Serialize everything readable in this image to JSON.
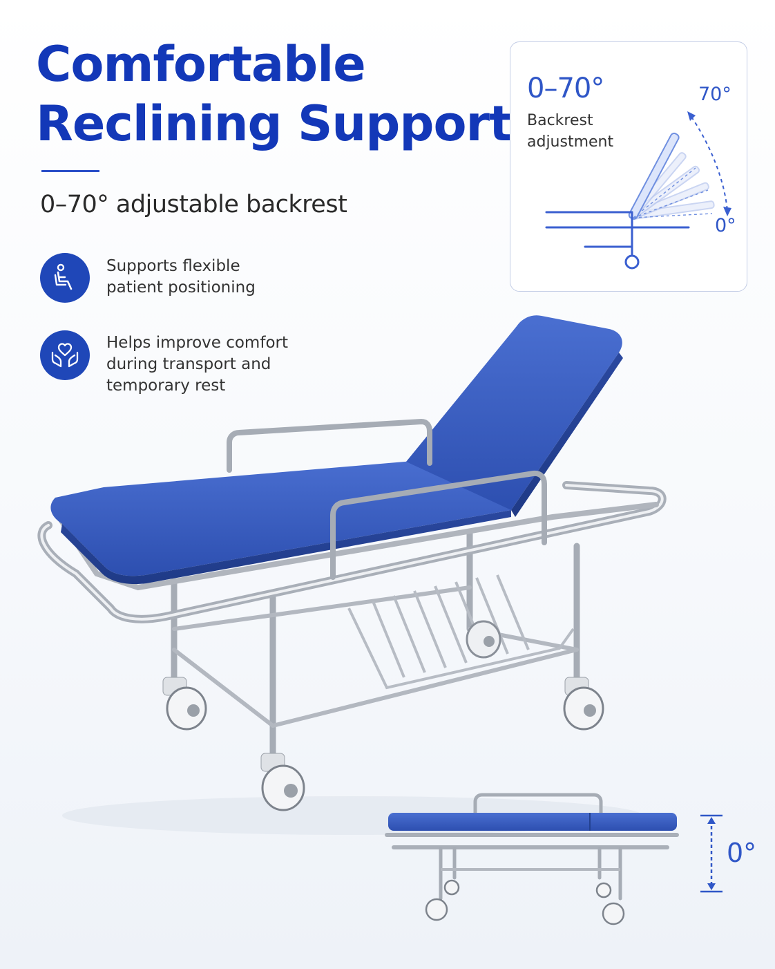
{
  "hero": {
    "title_line1": "Comfortable",
    "title_line2": "Reclining Support",
    "subtitle": "0–70° adjustable backrest"
  },
  "features": [
    {
      "icon": "seated-person-icon",
      "line1": "Supports flexible",
      "line2": "patient positioning"
    },
    {
      "icon": "heart-hands-icon",
      "line1": "Helps improve comfort",
      "line2": "during transport and",
      "line3": "temporary rest"
    }
  ],
  "angle_card": {
    "range": "0–70°",
    "desc_line1": "Backrest",
    "desc_line2": "adjustment",
    "max_label": "70°",
    "min_label": "0°"
  },
  "flat_view": {
    "label": "0°"
  },
  "colors": {
    "brand_blue": "#1338b8",
    "accent_blue": "#2f56c7",
    "mattress_blue": "#2e55b5",
    "steel": "#b9bec6"
  }
}
